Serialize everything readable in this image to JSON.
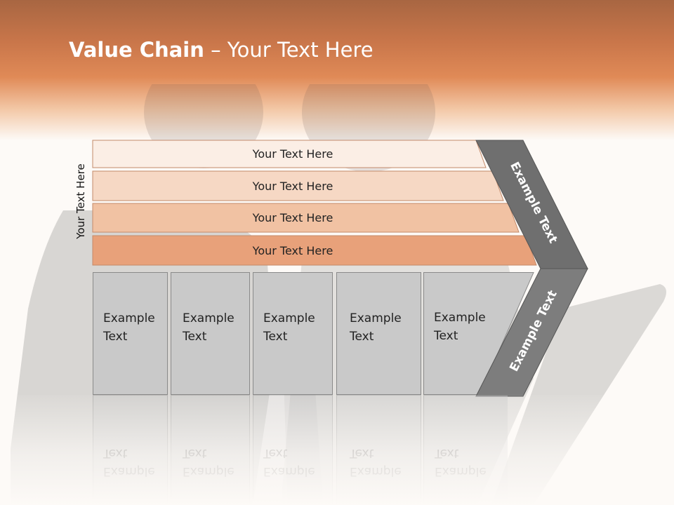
{
  "slide": {
    "title_bold": "Value Chain",
    "title_rest": " – Your Text Here",
    "side_label": "Your Text Here",
    "bands": [
      {
        "label": "Your Text Here",
        "color": "#fbeee5"
      },
      {
        "label": "Your Text Here",
        "color": "#f6d8c4"
      },
      {
        "label": "Your Text Here",
        "color": "#f1c2a3"
      },
      {
        "label": "Your Text Here",
        "color": "#e8a17a"
      }
    ],
    "cells": [
      {
        "text": "Example\nText"
      },
      {
        "text": "Example\nText"
      },
      {
        "text": "Example\nText"
      },
      {
        "text": "Example\nText"
      },
      {
        "text": "Example\nText"
      }
    ],
    "chevron_top_text": "Example Text",
    "chevron_bottom_text": "Example Text",
    "colors": {
      "header": "#e08a57",
      "chevron_top": "#6f6f6f",
      "chevron_bottom": "#7d7d7d",
      "cell": "#c9c9c9"
    }
  }
}
